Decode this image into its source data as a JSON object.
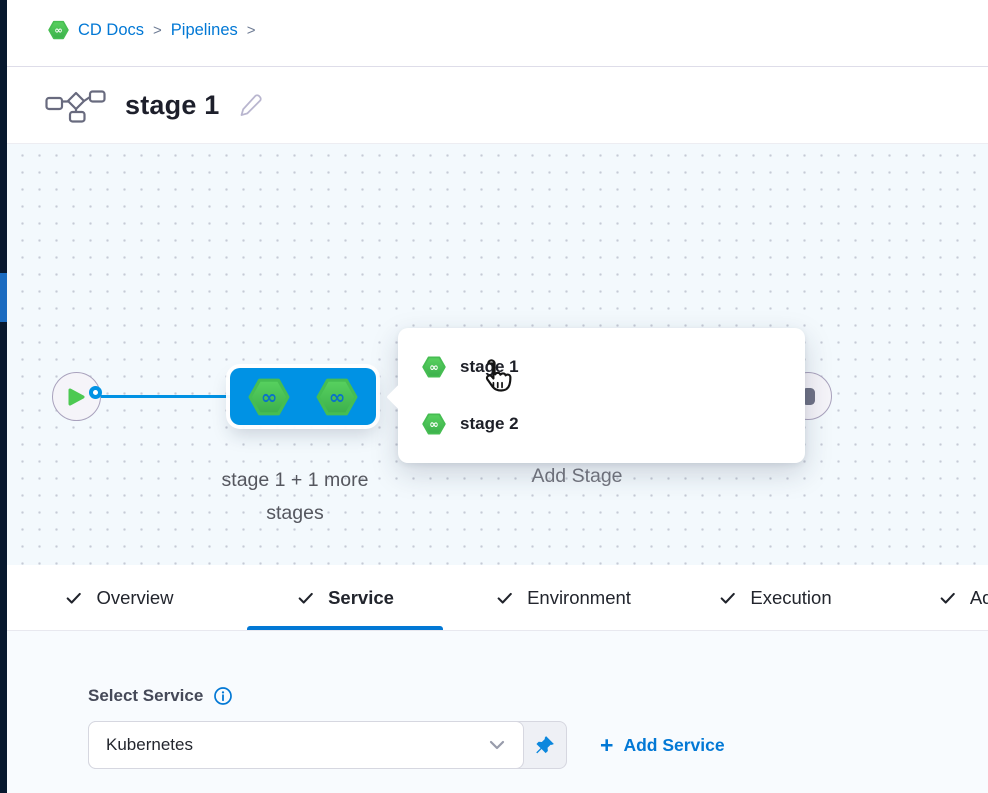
{
  "breadcrumb": {
    "crumbs": [
      "CD Docs",
      "Pipelines"
    ],
    "separator": ">"
  },
  "header": {
    "title": "stage 1"
  },
  "pipeline_canvas": {
    "stage_group_label_line1": "stage 1 + 1 more",
    "stage_group_label_line2": "stages",
    "add_stage_label": "Add Stage",
    "stage_popup": {
      "items": [
        {
          "label": "stage 1"
        },
        {
          "label": "stage 2"
        }
      ]
    }
  },
  "tabs": [
    {
      "label": "Overview",
      "checked": true,
      "active": false
    },
    {
      "label": "Service",
      "checked": true,
      "active": true
    },
    {
      "label": "Environment",
      "checked": true,
      "active": false
    },
    {
      "label": "Execution",
      "checked": true,
      "active": false
    },
    {
      "label": "Advanced",
      "checked": true,
      "active": false
    }
  ],
  "service_panel": {
    "label": "Select Service",
    "selected_service": "Kubernetes",
    "plus_sign": "+",
    "add_service_label": "Add Service"
  },
  "icons": {
    "cd_module": "green hexagon with infinity glyph",
    "pipeline": "flowchart nodes icon",
    "edit": "pencil outline",
    "start": "play triangle",
    "end": "stop square",
    "tab_check": "checkmark",
    "info": "circled i",
    "chevron_down": "chevron down",
    "pin": "pushpin",
    "cursor": "pointing hand cursor"
  },
  "colors": {
    "primary_blue": "#0278d5",
    "node_blue": "#0092e4",
    "module_green": "#42ba57",
    "nav_dark": "#07182e",
    "rail_highlight": "#1a6bc0",
    "canvas_bg": "#f3f9fd",
    "panel_bg": "#f8fbfe"
  }
}
